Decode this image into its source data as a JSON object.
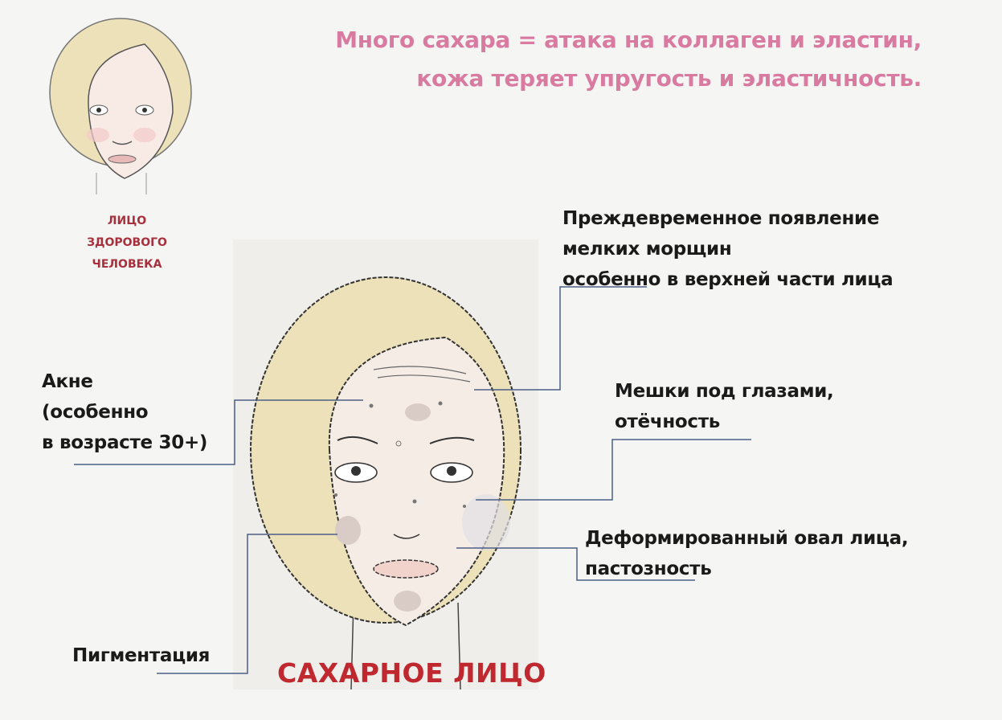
{
  "title": {
    "line1": "Много сахара = атака на коллаген и эластин,",
    "line2": "кожа теряет упругость и эластичность."
  },
  "healthy_face": {
    "label_line1": "ЛИЦО",
    "label_line2": "ЗДОРОВОГО",
    "label_line3": "ЧЕЛОВЕКА"
  },
  "sugar_face": {
    "caption": "САХАРНОЕ ЛИЦО"
  },
  "callouts": {
    "wrinkles": {
      "line1": "Преждевременное появление",
      "line2": "мелких морщин",
      "line3": "особенно в верхней части лица"
    },
    "acne": {
      "line1": "Акне",
      "line2": "(особенно",
      "line3": "в возрасте 30+)"
    },
    "bags": {
      "line1": "Мешки под глазами,",
      "line2": "отёчность"
    },
    "oval": {
      "line1": "Деформированный овал лица,",
      "line2": "пастозность"
    },
    "pigmentation": {
      "line1": "Пигментация"
    }
  },
  "colors": {
    "title": "#d97aa0",
    "caption": "#c0282f",
    "leader": "#4b5f86",
    "hair": "#ece1b8",
    "skin": "#f6ece6"
  }
}
